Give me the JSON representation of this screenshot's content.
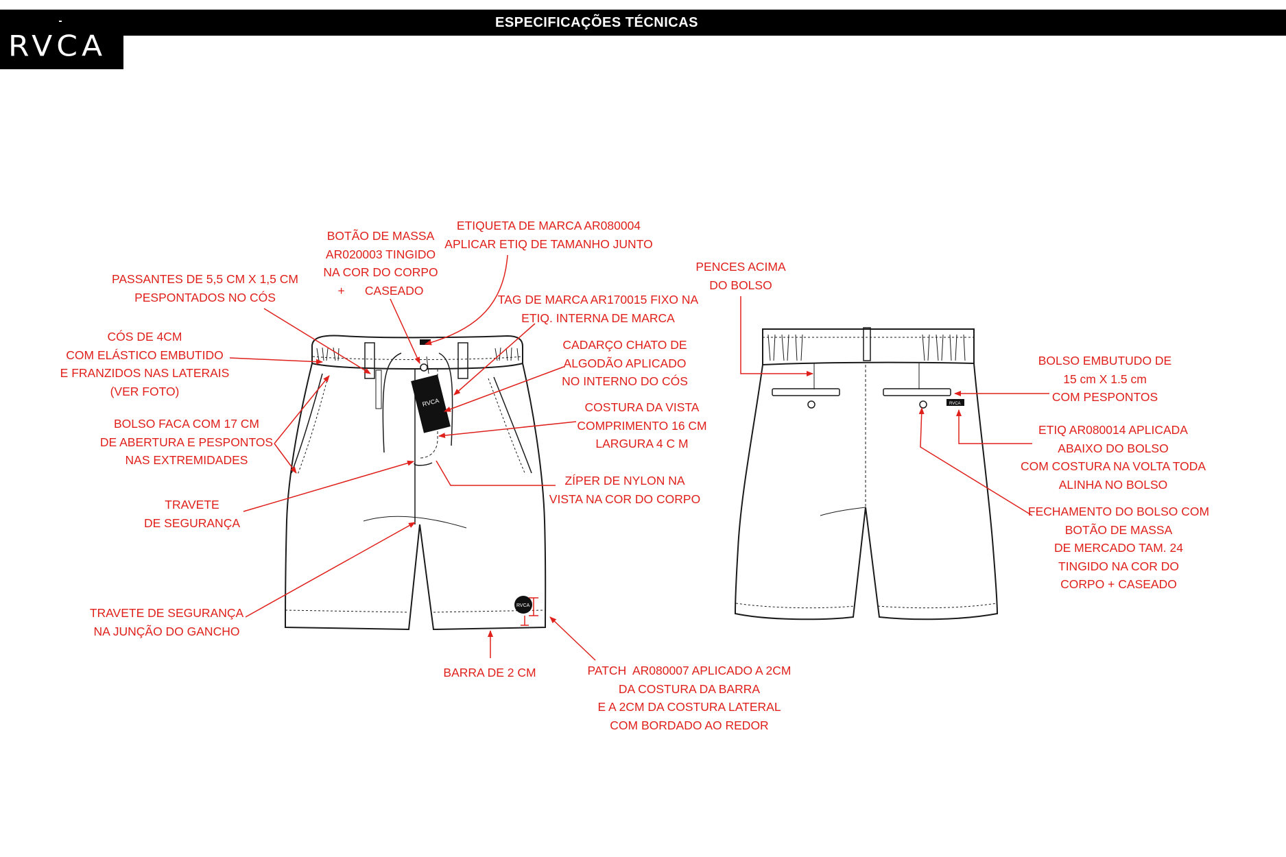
{
  "header": {
    "title": "ESPECIFICAÇÕES TÉCNICAS",
    "brand": "RVCA"
  },
  "colors": {
    "annotation": "#e0201b",
    "line": "#1a1a1a",
    "header": "#000000"
  },
  "front_tag_brand": "RVCA",
  "back_tag_brand": "RVCA",
  "annotations": [
    {
      "id": "passantes",
      "lines": [
        "PASSANTES DE 5,5 CM X 1,5 CM",
        "PESPONTADOS NO CÓS"
      ]
    },
    {
      "id": "botao-massa",
      "lines": [
        "BOTÃO DE MASSA",
        "AR020003 TINGIDO",
        "NA COR DO CORPO",
        "+      CASEADO"
      ]
    },
    {
      "id": "etiqueta-marca",
      "lines": [
        "ETIQUETA DE MARCA AR080004",
        "APLICAR ETIQ DE TAMANHO JUNTO"
      ]
    },
    {
      "id": "tag-marca",
      "lines": [
        "TAG DE MARCA AR170015 FIXO NA",
        "ETIQ. INTERNA DE MARCA"
      ]
    },
    {
      "id": "cos",
      "lines": [
        "CÓS DE 4CM",
        "COM ELÁSTICO EMBUTIDO",
        "E FRANZIDOS NAS LATERAIS",
        "(VER FOTO)"
      ]
    },
    {
      "id": "cadarco",
      "lines": [
        "CADARÇO CHATO DE",
        "ALGODÃO APLICADO",
        "NO INTERNO DO CÓS"
      ]
    },
    {
      "id": "costura-vista",
      "lines": [
        "COSTURA DA VISTA",
        "COMPRIMENTO 16 CM",
        "LARGURA 4 C M"
      ]
    },
    {
      "id": "bolso-faca",
      "lines": [
        "BOLSO FACA COM 17 CM",
        "DE ABERTURA E PESPONTOS",
        "NAS EXTREMIDADES"
      ]
    },
    {
      "id": "ziper",
      "lines": [
        "ZÍPER DE NYLON NA",
        "VISTA NA COR DO CORPO"
      ]
    },
    {
      "id": "travete",
      "lines": [
        "TRAVETE",
        "DE SEGURANÇA"
      ]
    },
    {
      "id": "travete-gancho",
      "lines": [
        "TRAVETE DE SEGURANÇA",
        "NA JUNÇÃO DO GANCHO"
      ]
    },
    {
      "id": "barra",
      "lines": [
        "BARRA DE 2 CM"
      ]
    },
    {
      "id": "patch",
      "lines": [
        "PATCH  AR080007 APLICADO A 2CM",
        "DA COSTURA DA BARRA",
        "E A 2CM DA COSTURA LATERAL",
        "COM BORDADO AO REDOR"
      ]
    },
    {
      "id": "pences",
      "lines": [
        "PENCES ACIMA",
        "DO BOLSO"
      ]
    },
    {
      "id": "bolso-embutido",
      "lines": [
        "BOLSO EMBUTUDO DE",
        "15 cm X 1.5 cm",
        "COM PESPONTOS"
      ]
    },
    {
      "id": "etiq-bolso",
      "lines": [
        "ETIQ AR080014 APLICADA",
        "ABAIXO DO BOLSO",
        "COM COSTURA NA VOLTA TODA",
        "ALINHA NO BOLSO"
      ]
    },
    {
      "id": "fechamento",
      "lines": [
        "FECHAMENTO DO BOLSO COM",
        "BOTÃO DE MASSA",
        "DE MERCADO TAM. 24",
        "TINGIDO NA COR DO",
        "CORPO + CASEADO"
      ]
    }
  ]
}
